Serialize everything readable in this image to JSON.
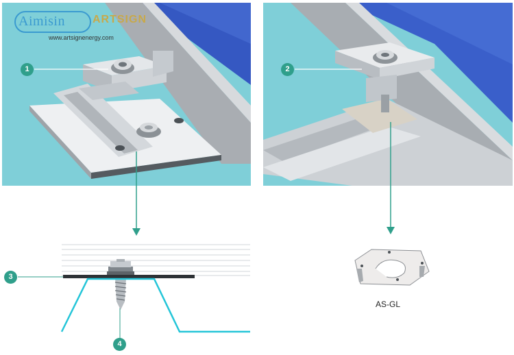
{
  "logo": {
    "brand": "Aimisin",
    "art": "ARTSIGN",
    "website": "www.artsignenergy.com"
  },
  "callouts": {
    "one": "1",
    "two": "2",
    "three": "3",
    "four": "4"
  },
  "part_label": "AS-GL",
  "colors": {
    "background": "#7fcfd8",
    "accent": "#2f9f8b",
    "aluminum": "#c9cfd4",
    "roof_line": "#24c5d8"
  }
}
